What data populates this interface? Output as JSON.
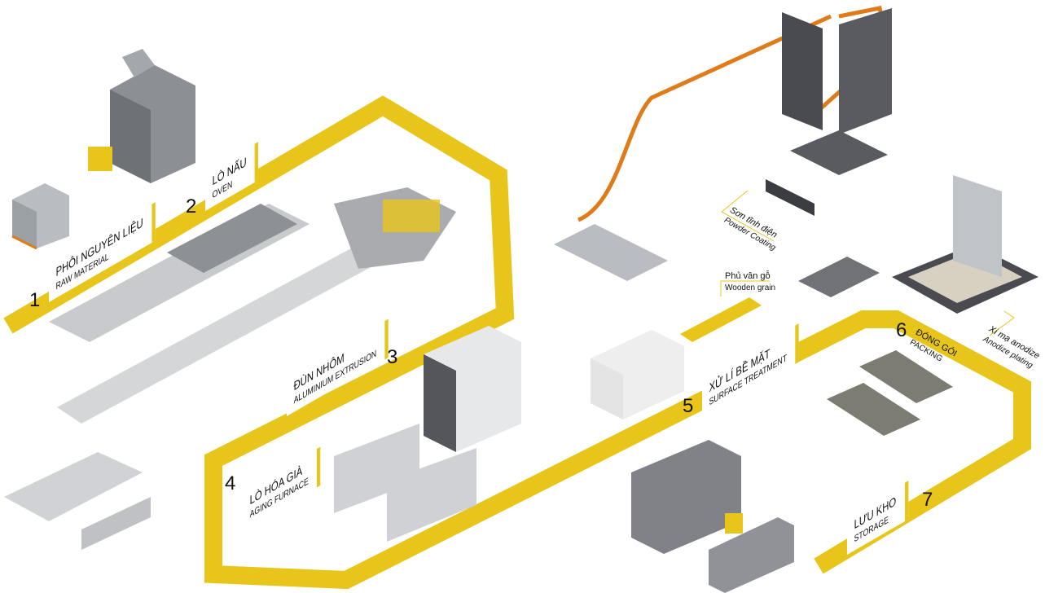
{
  "stages": [
    {
      "number": "1",
      "vn": "PHÔI NGUYÊN LIỆU",
      "en": "RAW MATERIAL"
    },
    {
      "number": "2",
      "vn": "LÒ NẤU",
      "en": "OVEN"
    },
    {
      "number": "3",
      "vn": "ĐÙN NHÔM",
      "en": "ALUMINIUM EXTRUSION"
    },
    {
      "number": "4",
      "vn": "LÒ HÓA GIÀ",
      "en": "AGING FURNACE"
    },
    {
      "number": "5",
      "vn": "XỬ LÍ BỀ MẶT",
      "en": "SURFACE TREATMENT"
    },
    {
      "number": "6",
      "vn": "ĐÓNG GÓI",
      "en": "PACKING"
    },
    {
      "number": "7",
      "vn": "LƯU KHO",
      "en": "STORAGE"
    }
  ],
  "callouts": [
    {
      "vn": "Sơn tĩnh điện",
      "en": "Powder Coating"
    },
    {
      "vn": "Phủ vân gỗ",
      "en": "Wooden grain"
    },
    {
      "vn": "Xi mạ anodize",
      "en": "Anodize plating"
    }
  ],
  "colors": {
    "accent": "#E8C51A",
    "machine": "#9a9ca0",
    "dark": "#4a4b50",
    "orange": "#E07B1A"
  }
}
